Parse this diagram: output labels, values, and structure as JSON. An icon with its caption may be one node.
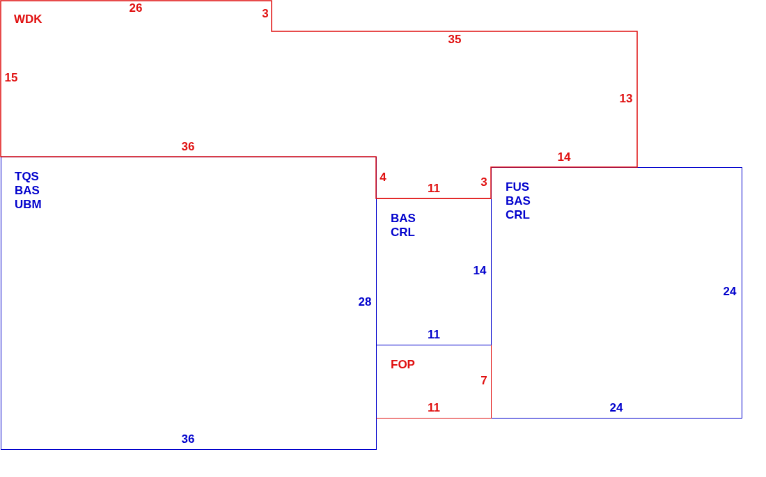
{
  "diagram": {
    "nodes": [
      {
        "text": [
          "WDK"
        ]
      },
      {
        "text": [
          "TQS",
          "BAS",
          "UBM"
        ]
      },
      {
        "text": [
          "FUS",
          "BAS",
          "CRL"
        ]
      },
      {
        "text": [
          "BAS",
          "CRL"
        ]
      },
      {
        "text": [
          "FOP"
        ]
      }
    ],
    "labels": [
      "26",
      "3",
      "35",
      "15",
      "13",
      "36",
      "14",
      "4",
      "3",
      "11",
      "14",
      "24",
      "28",
      "11",
      "7",
      "11",
      "24",
      "36"
    ]
  }
}
